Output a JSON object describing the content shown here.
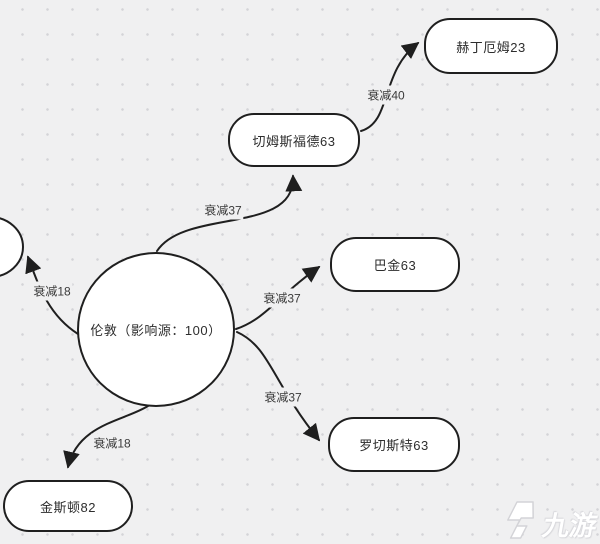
{
  "diagram": {
    "source_node": {
      "label": "伦敦（影响源：100）",
      "influence": 100
    },
    "nodes": [
      {
        "id": "chelmsford",
        "label": "切姆斯福德63",
        "value": 63
      },
      {
        "id": "hedingham",
        "label": "赫丁厄姆23",
        "value": 23
      },
      {
        "id": "barking",
        "label": "巴金63",
        "value": 63
      },
      {
        "id": "rochester",
        "label": "罗切斯特63",
        "value": 63
      },
      {
        "id": "kingston",
        "label": "金斯顿82",
        "value": 82
      }
    ],
    "edges": [
      {
        "from": "伦敦",
        "to": "切姆斯福德63",
        "label": "衰减37"
      },
      {
        "from": "切姆斯福德63",
        "to": "赫丁厄姆23",
        "label": "衰减40"
      },
      {
        "from": "伦敦",
        "to": "巴金63",
        "label": "衰减37"
      },
      {
        "from": "伦敦",
        "to": "罗切斯特63",
        "label": "衰减37"
      },
      {
        "from": "伦敦",
        "to": "金斯顿82",
        "label": "衰减18"
      },
      {
        "from": "伦敦",
        "to": "左侧节点",
        "label": "衰减18"
      }
    ]
  },
  "watermark": {
    "text": "九游"
  },
  "colors": {
    "background": "#f0f0f1",
    "grid_dot": "#d4d4d8",
    "node_stroke": "#1f1f1f",
    "node_fill": "#ffffff",
    "text": "#2d2d2d"
  }
}
